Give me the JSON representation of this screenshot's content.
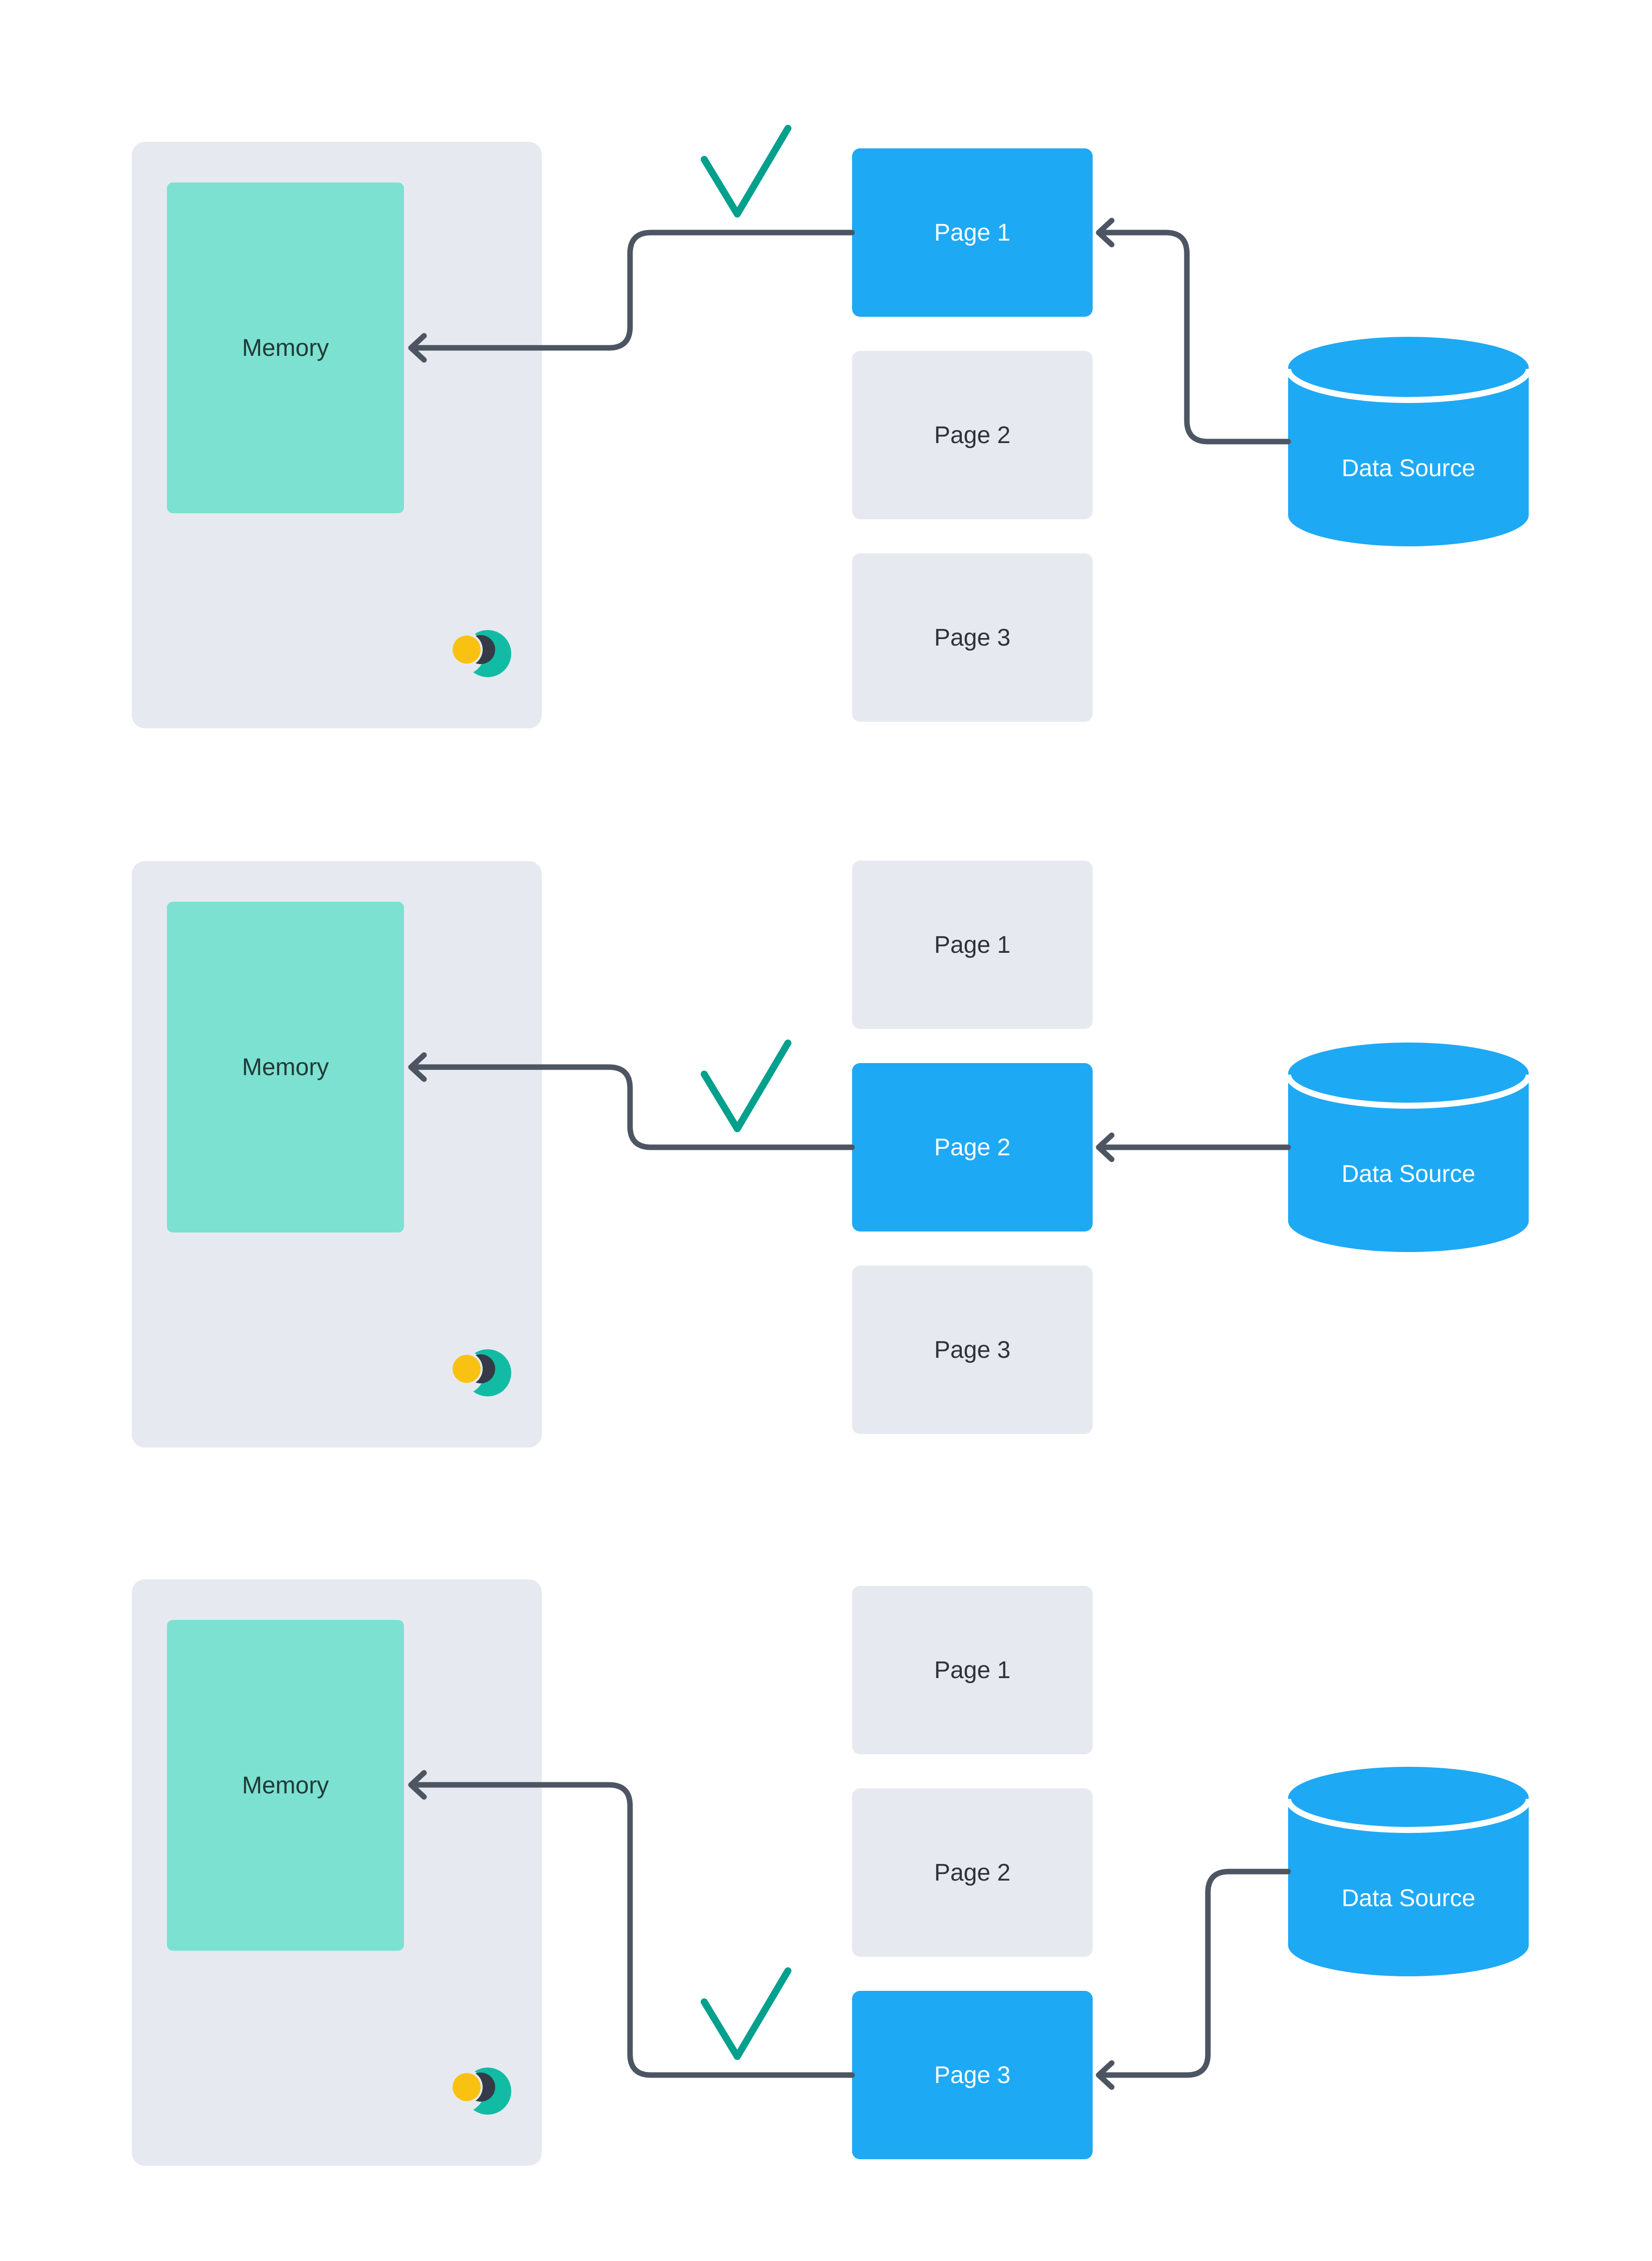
{
  "colors": {
    "background": "#FFFFFF",
    "panel": "#E6EAF0",
    "memory_fill": "#7CE1D1",
    "memory_text": "#213A38",
    "page_active": "#1EA9F5",
    "page_active_text": "#FFFFFF",
    "page_inactive": "#E6EAF0",
    "page_inactive_text": "#2E3338",
    "data_source_fill": "#1EA9F5",
    "data_source_text": "#FFFFFF",
    "arrow": "#4D5562",
    "check": "#02A08D",
    "logo_teal": "#12BCA4",
    "logo_dark": "#343B46",
    "logo_yellow": "#F9C213"
  },
  "rows": [
    {
      "memory_label": "Memory",
      "data_source_label": "Data Source",
      "pages": [
        {
          "label": "Page 1",
          "active": true
        },
        {
          "label": "Page 2",
          "active": false
        },
        {
          "label": "Page 3",
          "active": false
        }
      ]
    },
    {
      "memory_label": "Memory",
      "data_source_label": "Data Source",
      "pages": [
        {
          "label": "Page 1",
          "active": false
        },
        {
          "label": "Page 2",
          "active": true
        },
        {
          "label": "Page 3",
          "active": false
        }
      ]
    },
    {
      "memory_label": "Memory",
      "data_source_label": "Data Source",
      "pages": [
        {
          "label": "Page 1",
          "active": false
        },
        {
          "label": "Page 2",
          "active": false
        },
        {
          "label": "Page 3",
          "active": true
        }
      ]
    }
  ]
}
